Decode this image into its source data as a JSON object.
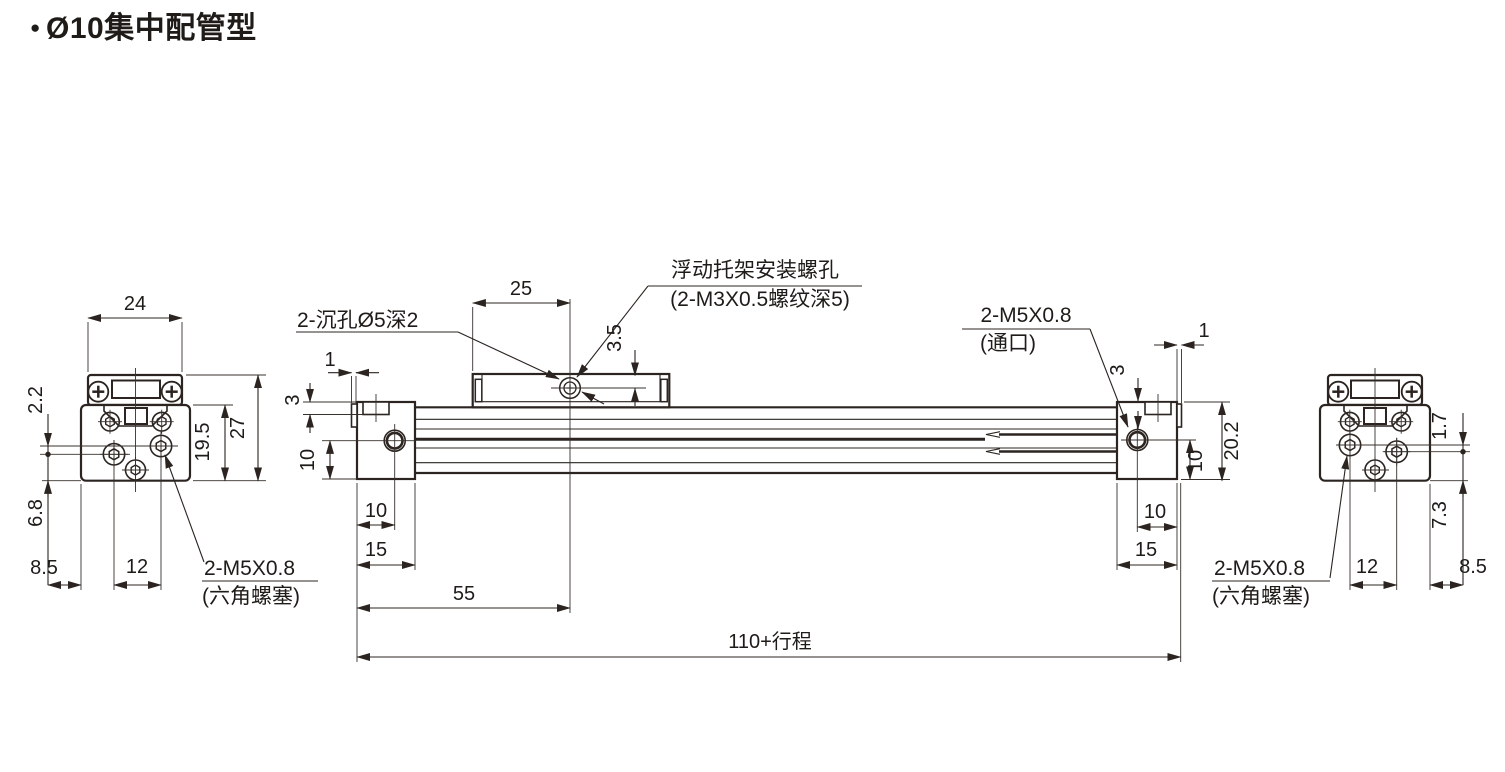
{
  "title": {
    "bullet": "●",
    "text": "Ø10集中配管型"
  },
  "left_view": {
    "dims": {
      "width": "24",
      "port_offset": "2.2",
      "body_height": "19.5",
      "total_height": "27",
      "bottom_offset": "6.8",
      "side_offset": "8.5",
      "hole_pitch": "12"
    },
    "leader": {
      "line1": "2-M5X0.8",
      "line2": "(六角螺塞)"
    }
  },
  "main_view": {
    "labels": {
      "counterbore": "2-沉孔Ø5深2",
      "bracket_line1": "浮动托架安装螺孔",
      "bracket_line2": "(2-M3X0.5螺纹深5)",
      "port_line1": "2-M5X0.8",
      "port_line2": "(通口)"
    },
    "dims": {
      "carriage_pitch": "25",
      "hole_depth": "3.5",
      "tab_left": "1",
      "notch_left": "3",
      "port_height_left": "10",
      "port_x_left": "10",
      "block_left": "15",
      "to_carriage": "55",
      "total_length": "110+行程",
      "notch_right": "3",
      "tab_right": "1",
      "end_height": "20.2",
      "port_height_right": "10",
      "port_x_right": "10",
      "block_right": "15"
    }
  },
  "right_view": {
    "dims": {
      "port_offset": "1.7",
      "bottom_offset": "7.3",
      "hole_pitch": "12",
      "side_offset": "8.5"
    },
    "leader": {
      "line1": "2-M5X0.8",
      "line2": "(六角螺塞)"
    }
  },
  "colors": {
    "line": "#2b2420",
    "text": "#1f1b18",
    "background": "#ffffff"
  }
}
